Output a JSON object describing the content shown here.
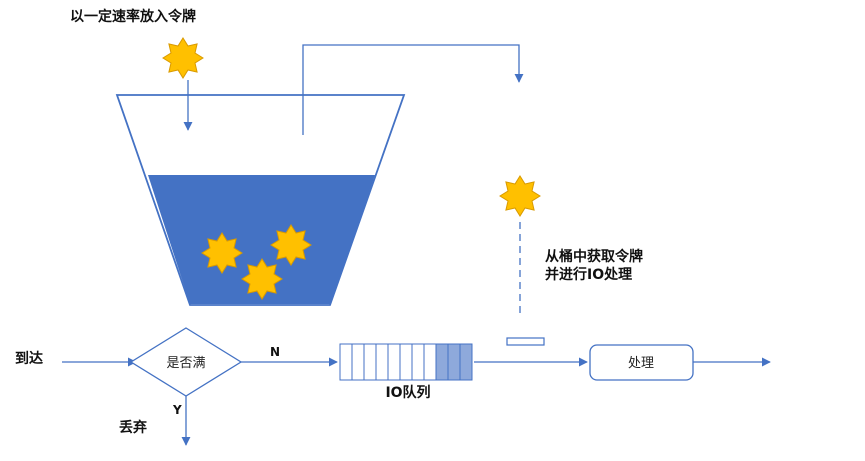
{
  "labels": {
    "token_rate": "以一定速率放入令牌",
    "fetch_line1": "从桶中获取令牌",
    "fetch_line2": "并进行IO处理",
    "arrive": "到达",
    "decision": "是否满",
    "no": "N",
    "yes": "Y",
    "discard": "丢弃",
    "io_queue": "IO队列",
    "process": "处理"
  },
  "colors": {
    "line": "#4472c4",
    "bucket_fill": "#4472c4",
    "token_fill": "#ffc000",
    "token_stroke": "#d99a00",
    "queue_filled": "#8ea9db"
  },
  "icons": {
    "token": "star-token-icon"
  },
  "queue": {
    "total_slots": 11,
    "filled_slots": 3
  }
}
